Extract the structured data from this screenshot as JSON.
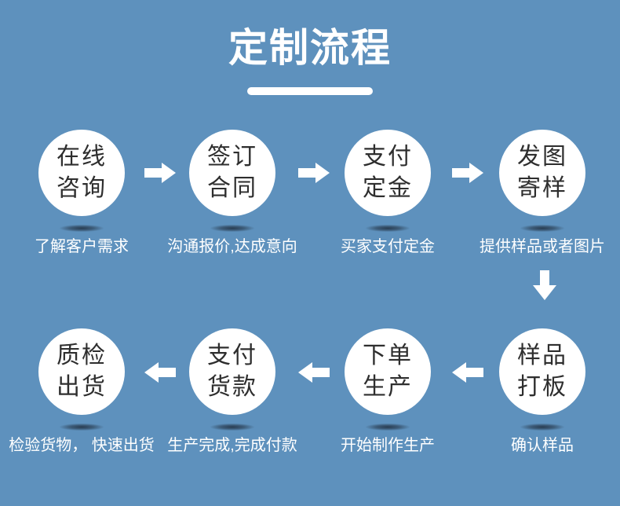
{
  "title": {
    "text": "定制流程"
  },
  "steps": [
    {
      "line1": "在线",
      "line2": "咨询",
      "caption": "了解客户需求"
    },
    {
      "line1": "签订",
      "line2": "合同",
      "caption": "沟通报价,达成意向"
    },
    {
      "line1": "支付",
      "line2": "定金",
      "caption": "买家支付定金"
    },
    {
      "line1": "发图",
      "line2": "寄样",
      "caption": "提供样品或者图片"
    },
    {
      "line1": "样品",
      "line2": "打板",
      "caption": "确认样品"
    },
    {
      "line1": "下单",
      "line2": "生产",
      "caption": "开始制作生产"
    },
    {
      "line1": "支付",
      "line2": "货款",
      "caption": "生产完成,完成付款"
    },
    {
      "line1": "质检",
      "line2": "出货",
      "caption": "检验货物， 快速出货"
    }
  ],
  "icons": {
    "arrow-right-icon": "→",
    "arrow-left-icon": "←",
    "arrow-down-icon": "↓"
  },
  "colors": {
    "background": "#5e91bd",
    "title_text": "#ffffff",
    "title_underline": "#ffffff",
    "circle_fill": "#ffffff",
    "circle_text": "#2e2e2e",
    "caption_text": "#ffffff",
    "arrow": "#ffffff",
    "shadow": "rgba(8,8,14,0.6)"
  }
}
